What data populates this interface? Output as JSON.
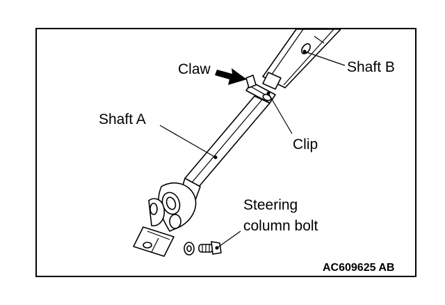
{
  "labels": {
    "claw": "Claw",
    "shaft_b": "Shaft B",
    "shaft_a": "Shaft A",
    "clip": "Clip",
    "steering_line1": "Steering",
    "steering_line2": "column bolt"
  },
  "figure_code": "AC609625 AB",
  "colors": {
    "line": "#000000",
    "background": "#ffffff"
  }
}
